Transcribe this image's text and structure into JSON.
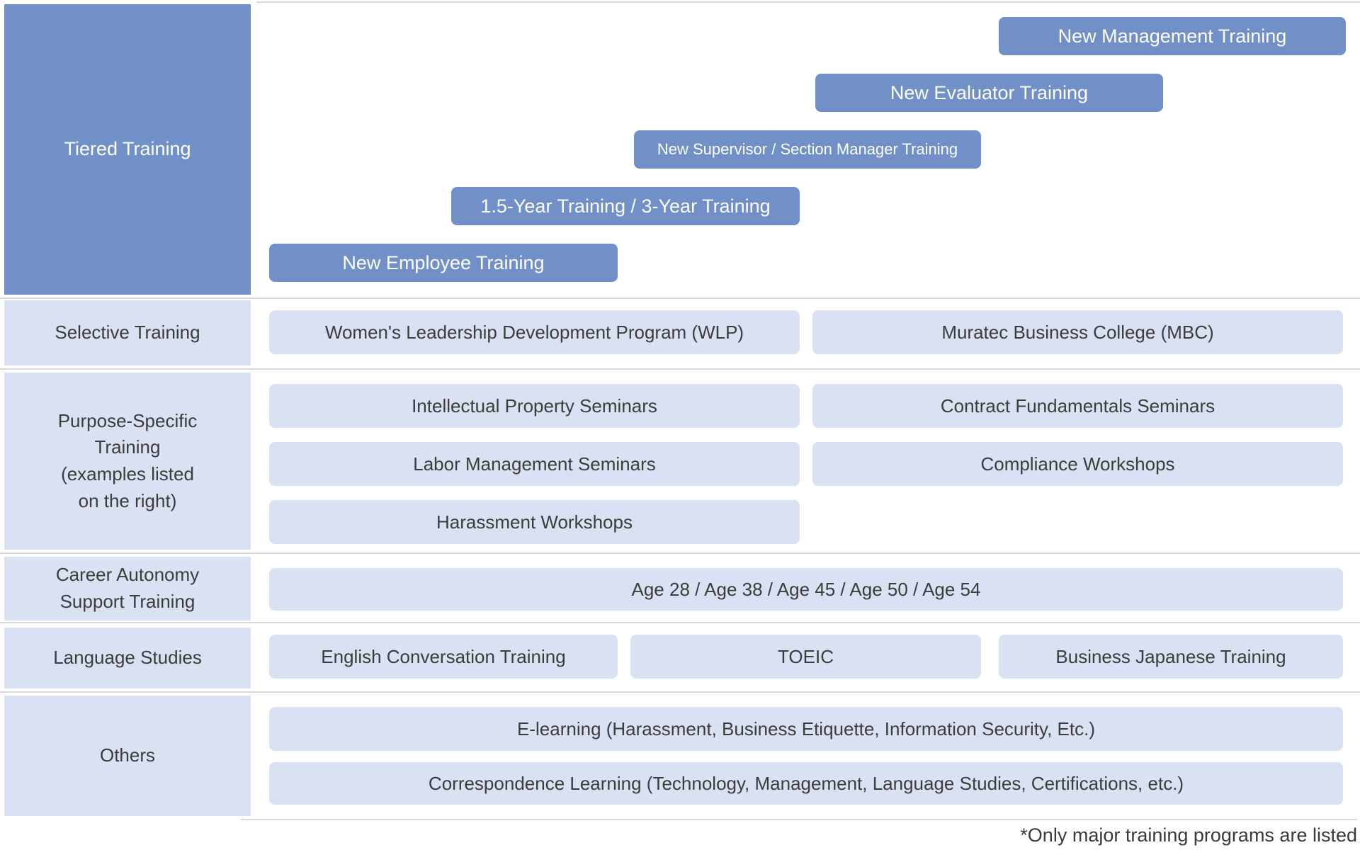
{
  "colors": {
    "accent_blue": "#7290C8",
    "light_blue": "#D9E1F2",
    "divider_gray": "#D9D9D9",
    "text_dark": "#3C3C3C",
    "text_white": "#FFFFFF"
  },
  "sidebar": {
    "tiered": "Tiered Training",
    "selective": "Selective Training",
    "purpose": "Purpose-Specific\nTraining\n(examples listed\non the right)",
    "career": "Career Autonomy\nSupport Training",
    "language": "Language Studies",
    "others": "Others"
  },
  "tiered_boxes": [
    {
      "label": "New Management Training"
    },
    {
      "label": "New Evaluator Training"
    },
    {
      "label": "New Supervisor / Section Manager Training"
    },
    {
      "label": "1.5-Year Training / 3-Year Training"
    },
    {
      "label": "New Employee Training"
    }
  ],
  "selective_row": {
    "items": [
      "Women's Leadership Development Program (WLP)",
      "Muratec Business College (MBC)"
    ]
  },
  "purpose_row": {
    "left_items": [
      "Intellectual Property Seminars",
      "Labor Management Seminars",
      "Harassment Workshops"
    ],
    "right_items": [
      "Contract Fundamentals Seminars",
      "Compliance Workshops"
    ]
  },
  "career_row": {
    "items": [
      "Age 28 / Age 38 / Age 45 / Age 50 / Age 54"
    ]
  },
  "language_row": {
    "items": [
      "English Conversation Training",
      "TOEIC",
      "Business Japanese Training"
    ]
  },
  "others_row": {
    "items": [
      "E-learning (Harassment, Business Etiquette, Information Security, Etc.)",
      "Correspondence Learning (Technology, Management, Language Studies, Certifications, etc.)"
    ]
  },
  "footnote": "*Only major training programs are listed"
}
